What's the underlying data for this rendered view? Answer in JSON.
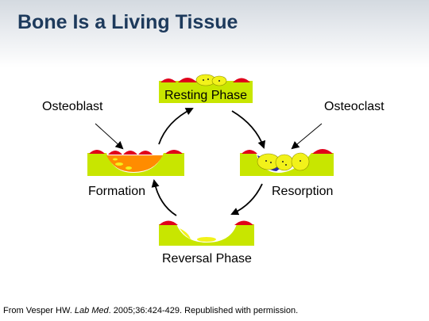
{
  "slide": {
    "title": "Bone Is a Living Tissue"
  },
  "diagram": {
    "phases": {
      "resting": "Resting Phase",
      "resorption": "Resorption",
      "reversal": "Reversal Phase",
      "formation": "Formation"
    },
    "cells": {
      "osteoblast": "Osteoblast",
      "osteoclast": "Osteoclast"
    }
  },
  "citation": {
    "prefix": "From Vesper HW. ",
    "journal": "Lab Med",
    "suffix": ". 2005;36:424-429. Republished with permission."
  },
  "colors": {
    "bone": "#c8e600",
    "lining_cell": "#e0001a",
    "osteoclast": "#f2f21a",
    "osteoid": "#ff8c00",
    "title": "#1d3a5c"
  }
}
